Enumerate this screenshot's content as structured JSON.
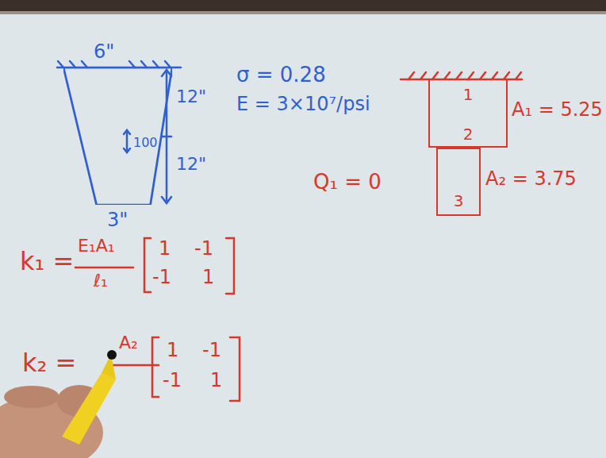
{
  "diagram": {
    "nodes": [
      {
        "text": [
          "100"
        ]
      },
      {
        "text": [
          "1",
          "2"
        ]
      },
      {
        "text": [
          "3"
        ]
      }
    ],
    "labels": [
      "6\"",
      "12\"",
      "12\"",
      "3\"",
      "σ = 0.28",
      "E = 3×10⁷/psi",
      "A₁ = 5.25",
      "Q₁ = 0",
      "A₂ = 3.75",
      "k₁ =",
      "E₁A₁",
      "ℓ₁",
      "1",
      "-1",
      "-1",
      "1",
      "k₂ =",
      "A₂",
      "1",
      "-1",
      "-1",
      "1"
    ]
  }
}
